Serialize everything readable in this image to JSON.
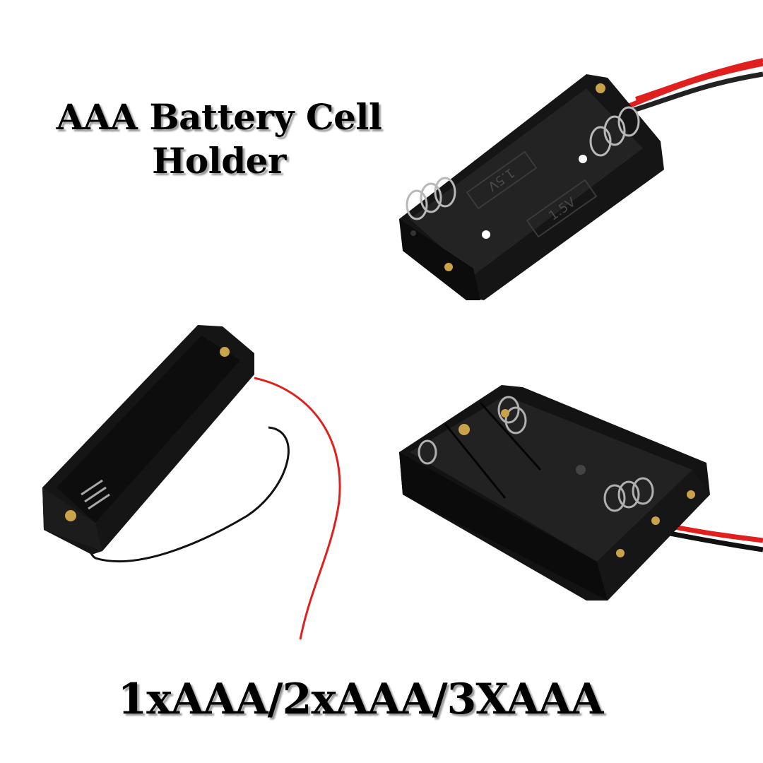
{
  "title": {
    "line1": "AAA Battery Cell",
    "line2": "Holder"
  },
  "caption": "1xAAA/2xAAA/3XAAA",
  "products": [
    {
      "name": "2xAAA holder",
      "label_left": "1.5V",
      "label_right": "1.5V"
    },
    {
      "name": "1xAAA holder"
    },
    {
      "name": "3xAAA holder"
    }
  ],
  "colors": {
    "background": "#ffffff",
    "plastic": "#141414",
    "wire_red": "#e0201e",
    "wire_black": "#111111",
    "brass": "#c9a24a",
    "spring": "#b8b8b8"
  }
}
